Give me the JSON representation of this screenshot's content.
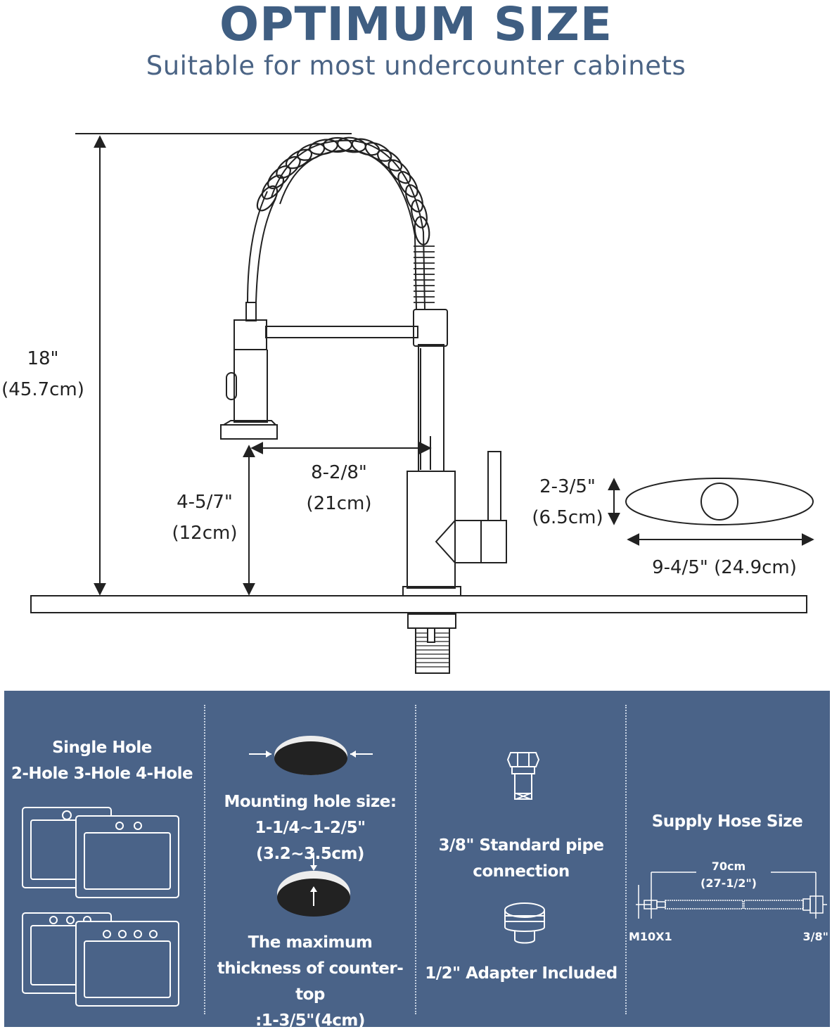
{
  "header": {
    "title": "OPTIMUM SIZE",
    "subtitle": "Suitable for most undercounter cabinets"
  },
  "dimensions": {
    "height": {
      "imperial": "18\"",
      "metric": "(45.7cm)"
    },
    "spout_height": {
      "imperial": "4-5/7\"",
      "metric": "(12cm)"
    },
    "spout_reach": {
      "imperial": "8-2/8\"",
      "metric": "(21cm)"
    },
    "plate_height": {
      "imperial": "2-3/5\"",
      "metric": "(6.5cm)"
    },
    "plate_width": "9-4/5\" (24.9cm)"
  },
  "features": {
    "holes": {
      "line1": "Single Hole",
      "line2": "2-Hole 3-Hole 4-Hole"
    },
    "mounting": {
      "line1": "Mounting hole size:",
      "line2": "1-1/4~1-2/5\"(3.2~3.5cm)",
      "thickness1": "The maximum",
      "thickness2": "thickness of counter-top",
      "thickness3": ":1-3/5\"(4cm)"
    },
    "pipe": {
      "line1": "3/8\" Standard pipe",
      "line2": "connection",
      "adapter": "1/2\" Adapter Included"
    },
    "hose": {
      "title": "Supply Hose Size",
      "length_metric": "70cm",
      "length_imperial": "(27-1/2\")",
      "left_end": "M10X1",
      "right_end": "3/8\""
    }
  },
  "colors": {
    "title": "#3f5e82",
    "panel": "#4a6388",
    "line": "#222222"
  }
}
